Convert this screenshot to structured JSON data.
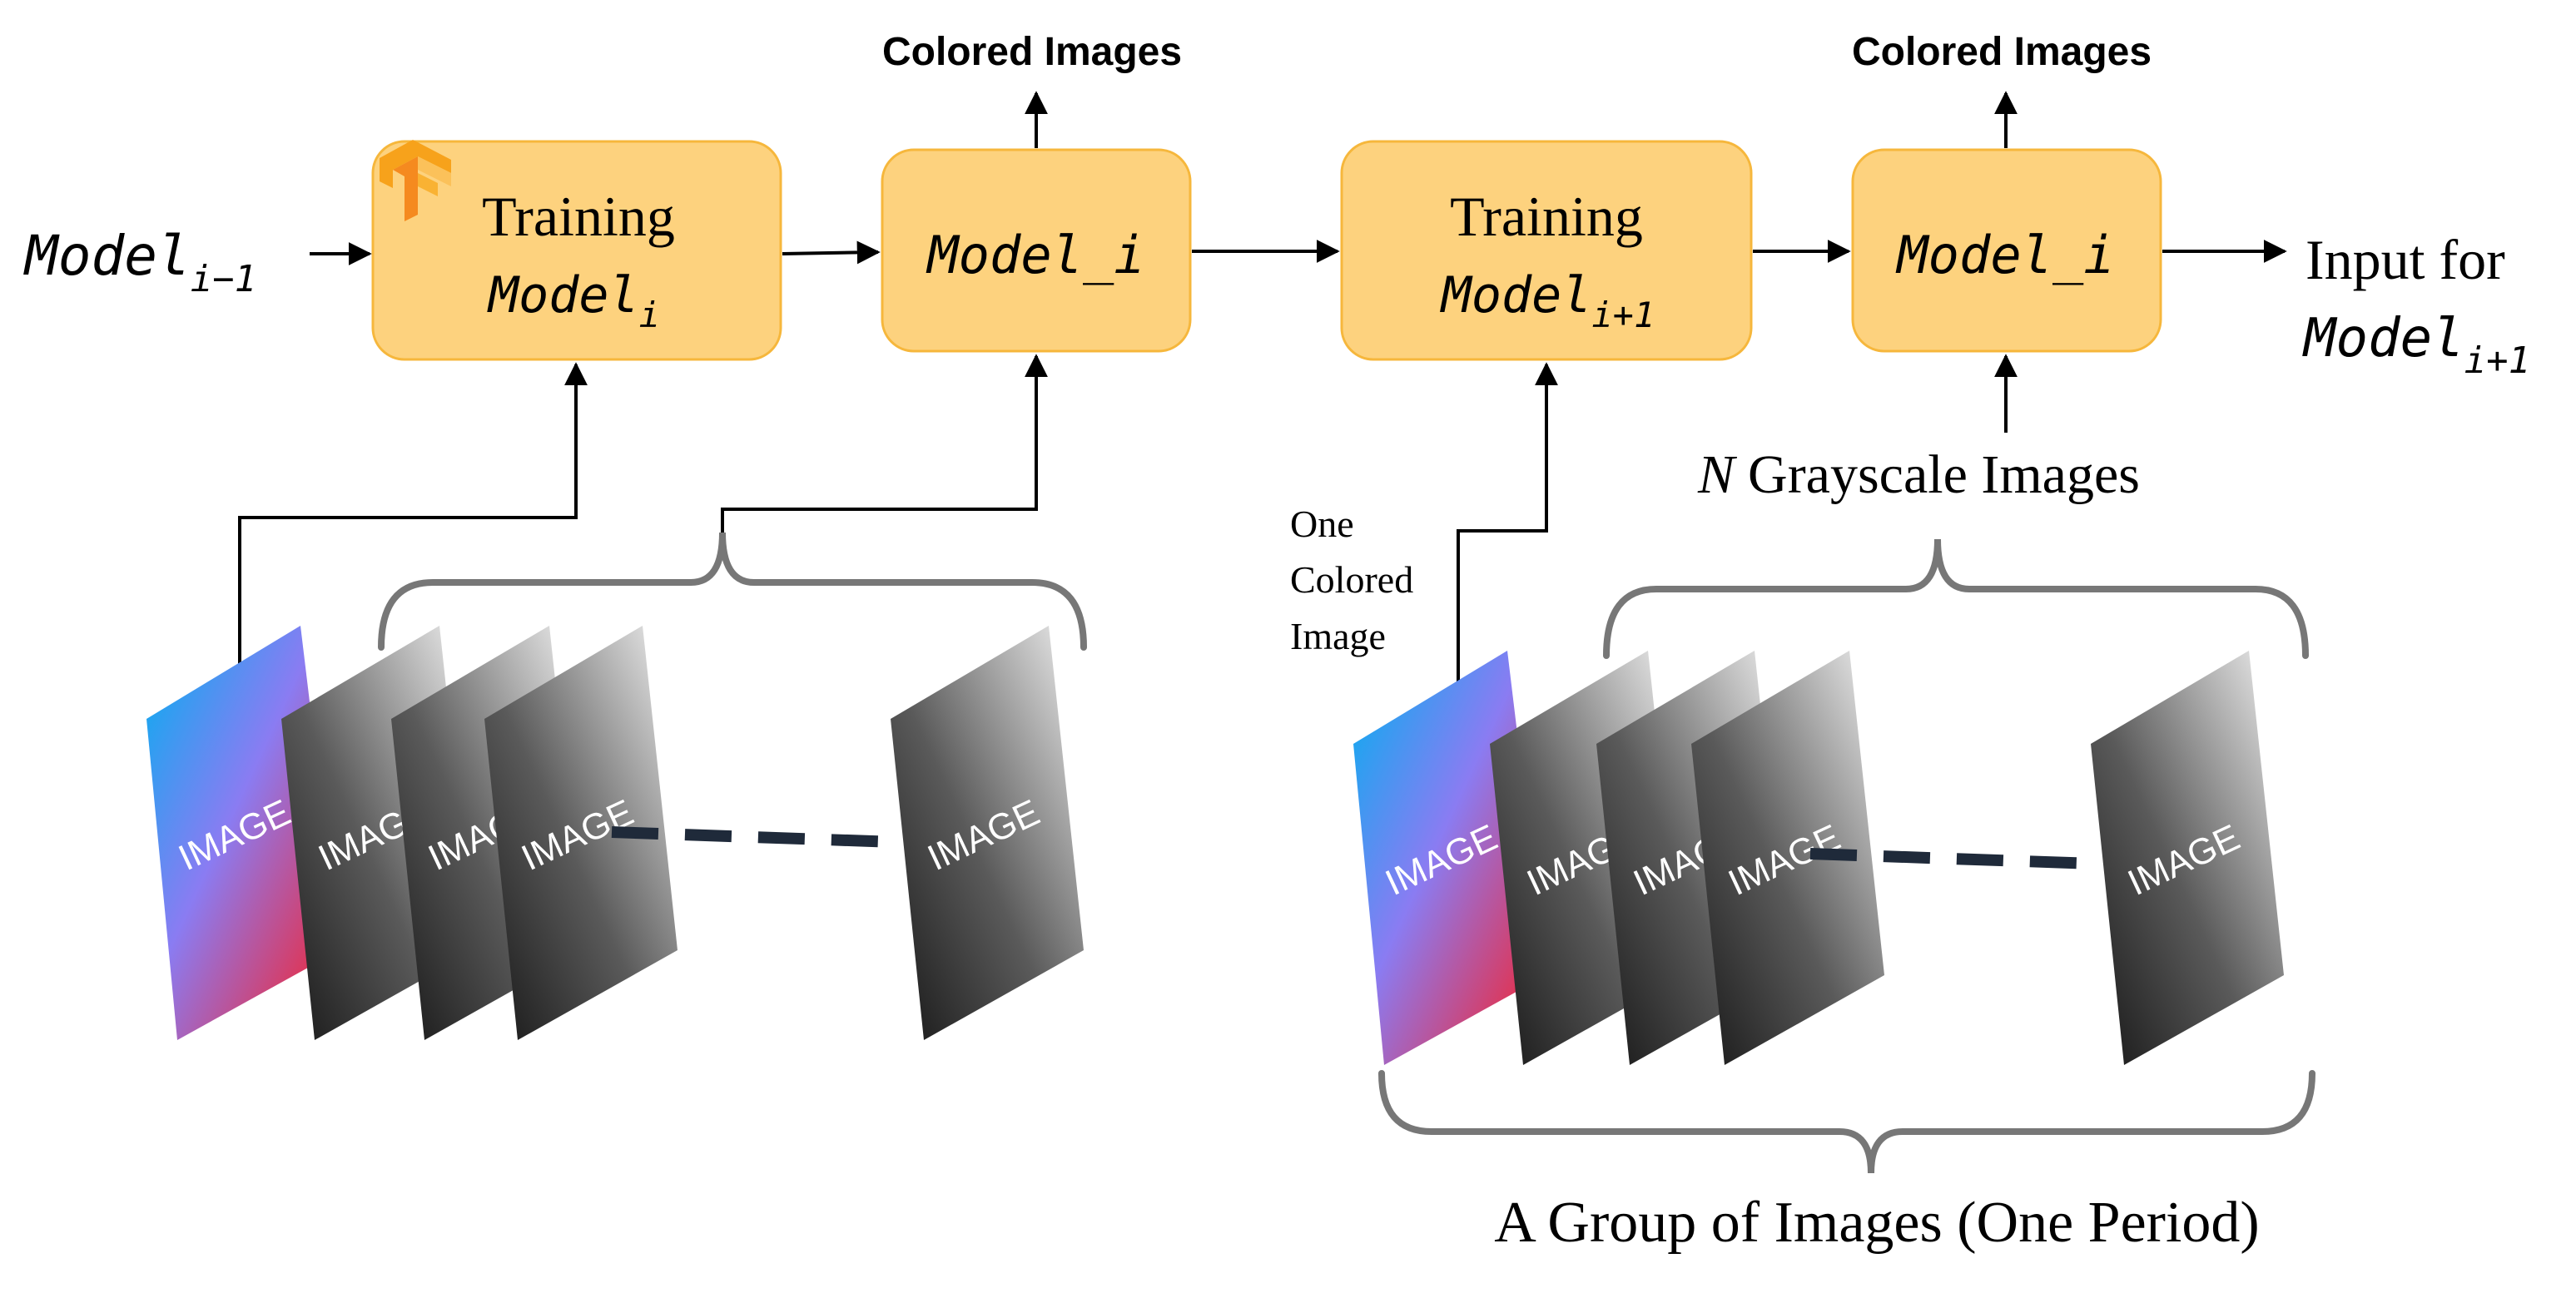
{
  "colors": {
    "box_fill": "#FDD27E",
    "box_stroke": "#F6B73C",
    "arrow": "#000000",
    "brace": "#777777",
    "dash": "#1f2a3a",
    "tf_orange": "#F7A21B"
  },
  "top": {
    "colored_images_label_1": "Colored Images",
    "colored_images_label_2": "Colored Images"
  },
  "inputs": {
    "model_prev_base": "Model",
    "model_prev_sub": "i−1"
  },
  "boxes": {
    "train1_title": "Training",
    "train1_base": "Model",
    "train1_sub": "i",
    "model1_label": "Model_i",
    "train2_title": "Training",
    "train2_base": "Model",
    "train2_sub": "i+1",
    "model2_label": "Model_i"
  },
  "output": {
    "line1": "Input for",
    "base": "Model",
    "sub": "i+1"
  },
  "labels": {
    "one_colored_1": "One",
    "one_colored_2": "Colored",
    "one_colored_3": "Image",
    "n_letter": "N",
    "grayscale": "Grayscale Images",
    "group": "A Group of Images (One Period)"
  },
  "cards": {
    "text": "IMAGE"
  },
  "icons": {
    "logo": "tensorflow-logo-icon"
  }
}
